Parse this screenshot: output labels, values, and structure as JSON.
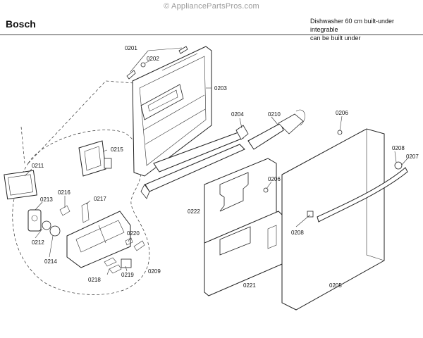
{
  "header": {
    "watermark": "© AppliancePartsPros.com",
    "brand": "Bosch",
    "description_line1": "Dishwasher 60 cm built-under integrable",
    "description_line2": "can be built under"
  },
  "callouts": {
    "c0201": "0201",
    "c0202": "0202",
    "c0203": "0203",
    "c0204": "0204",
    "c0210": "0210",
    "c0206a": "0206",
    "c0208a": "0208",
    "c0207": "0207",
    "c0215": "0215",
    "c0211": "0211",
    "c0216": "0216",
    "c0217": "0217",
    "c0213": "0213",
    "c0212": "0212",
    "c0214": "0214",
    "c0220": "0220",
    "c0218": "0218",
    "c0219": "0219",
    "c0209": "0209",
    "c0222": "0222",
    "c0206b": "0206",
    "c0208b": "0208",
    "c0221": "0221",
    "c0205": "0205"
  }
}
